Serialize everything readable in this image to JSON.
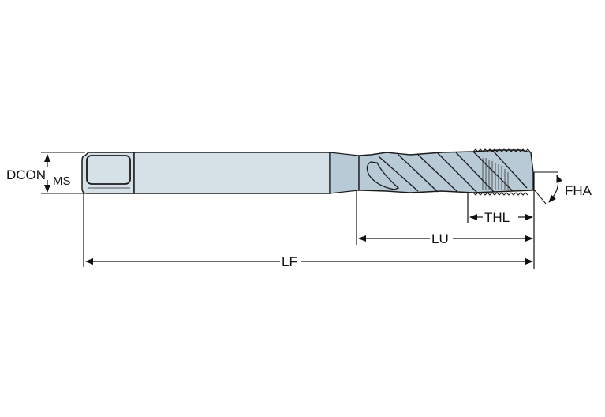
{
  "diagram": {
    "type": "technical-drawing",
    "subject": "spiral flute tap",
    "colors": {
      "background": "#ffffff",
      "shank_fill": "#d6e0e7",
      "body_fill": "#b9cad7",
      "outline": "#1a1a1a",
      "dimension_line": "#111111"
    },
    "labels": {
      "dcon": "DCON",
      "dcon_sub": "MS",
      "fha": "FHA",
      "thl": "THL",
      "lu": "LU",
      "lf": "LF"
    }
  }
}
